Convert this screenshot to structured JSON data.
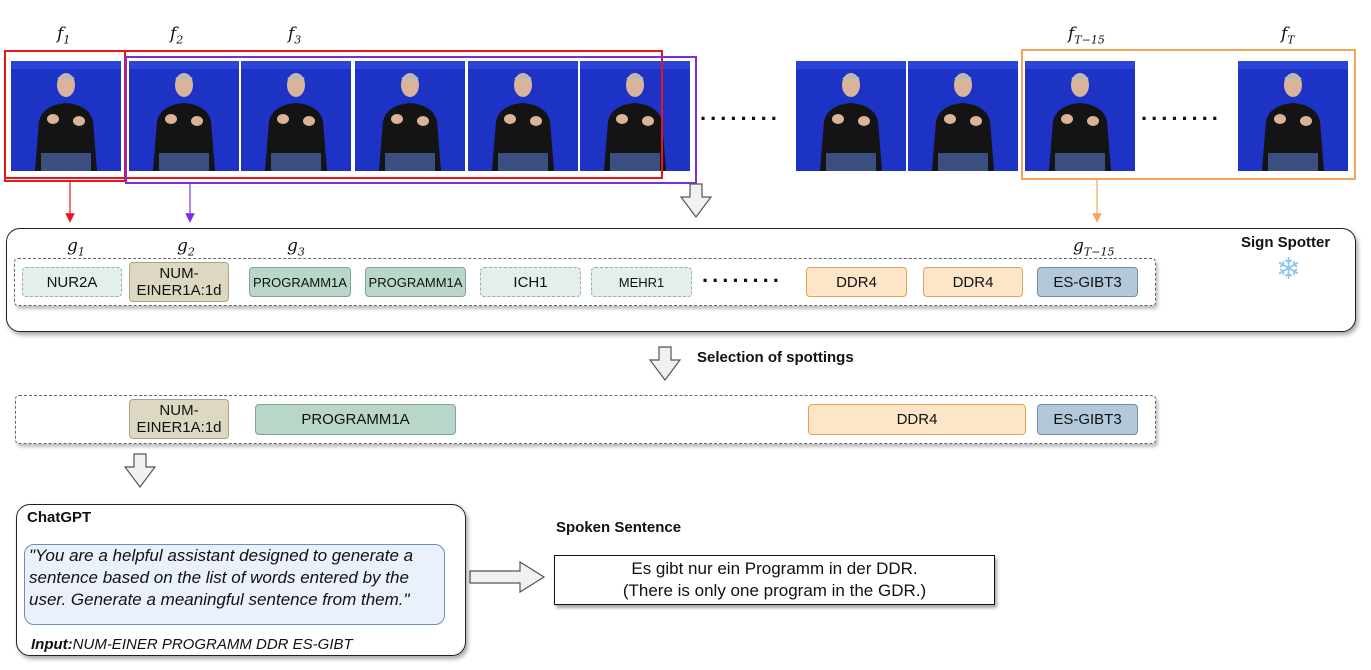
{
  "frames": {
    "labels": [
      {
        "base": "f",
        "sub": "1"
      },
      {
        "base": "f",
        "sub": "2"
      },
      {
        "base": "f",
        "sub": "3"
      },
      {
        "base": "f",
        "sub": "T−15"
      },
      {
        "base": "f",
        "sub": "T"
      }
    ],
    "ellipsis": "........"
  },
  "spotter": {
    "title": "Sign Spotter",
    "icon": "snowflake-icon",
    "glyph": "❄",
    "g_labels": [
      {
        "base": "g",
        "sub": "1"
      },
      {
        "base": "g",
        "sub": "2"
      },
      {
        "base": "g",
        "sub": "3"
      },
      {
        "base": "g",
        "sub": "T−15"
      }
    ],
    "glosses": [
      "NUR2A",
      "NUM-EINER1A:1d",
      "PROGRAMM1A",
      "PROGRAMM1A",
      "ICH1",
      "MEHR1",
      "DDR4",
      "DDR4",
      "ES-GIBT3"
    ],
    "ellipsis": "........"
  },
  "selection": {
    "label": "Selection of spottings",
    "glosses": [
      "NUM-EINER1A:1d",
      "PROGRAMM1A",
      "DDR4",
      "ES-GIBT3"
    ]
  },
  "chatgpt": {
    "title": "ChatGPT",
    "prompt": "\"You are a helpful assistant designed to generate a sentence based on the list of words entered by the user. Generate a meaningful sentence from them.\"",
    "input_label": "Input:",
    "input_value": "NUM-EINER PROGRAMM DDR ES-GIBT"
  },
  "spoken": {
    "title": "Spoken Sentence",
    "line1": "Es gibt nur ein Programm in der DDR.",
    "line2": "(There is only one program in the GDR.)"
  },
  "colors": {
    "frame_bg": "#1c33c6",
    "red": "#e8161c",
    "purple": "#7a2ee0",
    "orange": "#f5a55a"
  }
}
